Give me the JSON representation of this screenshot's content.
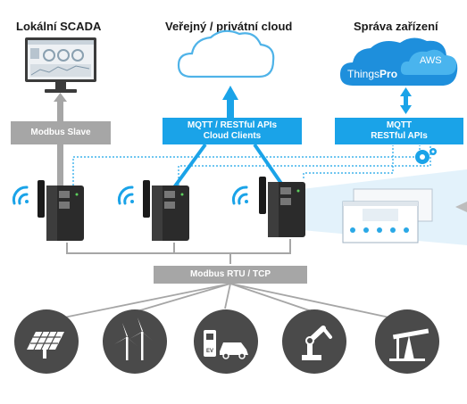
{
  "titles": {
    "local_scada": "Lokální SCADA",
    "cloud": "Veřejný / privátní cloud",
    "device_mgmt": "Správa zařízení"
  },
  "boxes": {
    "modbus_slave": "Modbus Slave",
    "mqtt_rest_line1": "MQTT / RESTful APIs",
    "mqtt_rest_line2": "Cloud Clients",
    "mqtt_line1": "MQTT",
    "mqtt_line2": "RESTful APIs",
    "modbus_rtu": "Modbus RTU / TCP"
  },
  "cloud_logos": {
    "thingspro_a": "Things",
    "thingspro_b": "Pro",
    "aws": "AWS"
  },
  "colors": {
    "blue": "#1aa3e8",
    "gray": "#a6a6a6",
    "dark_circle": "#4a4a4a",
    "cloud_outline": "#4fb3e8"
  },
  "industries": [
    {
      "icon": "solar-panel-icon"
    },
    {
      "icon": "wind-turbine-icon"
    },
    {
      "icon": "ev-charging-icon"
    },
    {
      "icon": "robot-arm-icon"
    },
    {
      "icon": "oil-pump-icon"
    }
  ]
}
